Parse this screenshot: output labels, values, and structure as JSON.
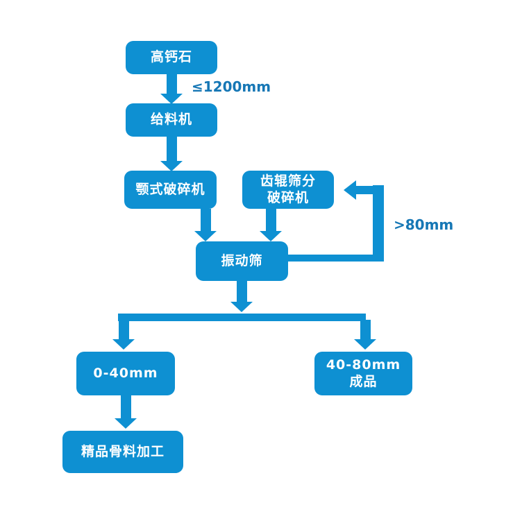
{
  "diagram": {
    "type": "flowchart",
    "subject": "stone crushing process flow",
    "nodes": {
      "raw_material": {
        "label": "高钙石"
      },
      "feeder": {
        "label": "给料机"
      },
      "jaw_crusher": {
        "label": "颚式破碎机"
      },
      "roller_crusher": {
        "label": "齿辊筛分\n破碎机"
      },
      "vibrating_screen": {
        "label": "振动筛"
      },
      "fraction_small": {
        "label": "0-40mm"
      },
      "fraction_large": {
        "label": "40-80mm\n成品"
      },
      "fine_processing": {
        "label": "精品骨料加工"
      }
    },
    "edge_labels": {
      "feed_size": "≤1200mm",
      "oversize_return": ">80mm"
    },
    "edges": [
      {
        "from": "raw_material",
        "to": "feeder",
        "label": "≤1200mm"
      },
      {
        "from": "feeder",
        "to": "jaw_crusher",
        "label": ""
      },
      {
        "from": "jaw_crusher",
        "to": "vibrating_screen",
        "label": ""
      },
      {
        "from": "roller_crusher",
        "to": "vibrating_screen",
        "label": ""
      },
      {
        "from": "vibrating_screen",
        "to": "roller_crusher",
        "label": ">80mm"
      },
      {
        "from": "vibrating_screen",
        "to": "fraction_small",
        "label": ""
      },
      {
        "from": "vibrating_screen",
        "to": "fraction_large",
        "label": ""
      },
      {
        "from": "fraction_small",
        "to": "fine_processing",
        "label": ""
      }
    ]
  },
  "colors": {
    "node_fill": "#0e90d2",
    "arrow": "#0e90d2",
    "edge_label_text": "#1677b5",
    "node_text": "#ffffff",
    "background": "#ffffff"
  }
}
